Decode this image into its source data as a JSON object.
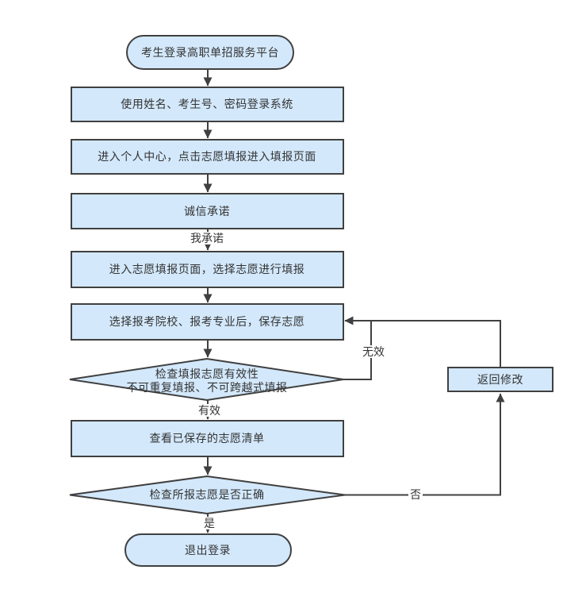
{
  "colors": {
    "background": "#ffffff",
    "node_fill": "#d3e8fb",
    "node_border": "#404040",
    "connector": "#404040",
    "text": "#333333"
  },
  "flowchart": {
    "nodes": {
      "start": "考生登录高职单招服务平台",
      "login": "使用姓名、考生号、密码登录系统",
      "personal_center": "进入个人中心，点击志愿填报进入填报页面",
      "integrity_pledge": "诚信承诺",
      "enter_filling_page": "进入志愿填报页面，选择志愿进行填报",
      "select_and_save": "选择报考院校、报考专业后，保存志愿",
      "validity_check_line1": "检查填报志愿有效性",
      "validity_check_line2": "不可重复填报、不可跨越式填报",
      "view_saved_list": "查看已保存的志愿清单",
      "correctness_check": "检查所报志愿是否正确",
      "return_modify": "返回修改",
      "end": "退出登录"
    },
    "edge_labels": {
      "promise": "我承诺",
      "valid": "有效",
      "invalid": "无效",
      "yes": "是",
      "no": "否"
    }
  }
}
